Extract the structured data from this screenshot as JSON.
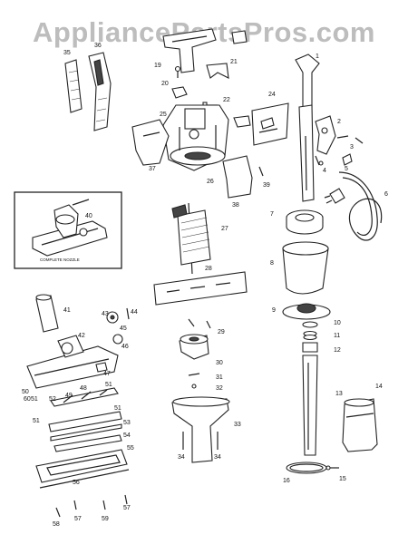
{
  "watermark": "AppliancePartsPros.com",
  "inset_caption": "COMPLETE NOZZLE",
  "labels": {
    "l1": "1",
    "l2": "2",
    "l3": "3",
    "l4": "4",
    "l5": "5",
    "l6": "6",
    "l7": "7",
    "l8": "8",
    "l9": "9",
    "l10": "10",
    "l11": "11",
    "l12": "12",
    "l13": "13",
    "l14": "14",
    "l15": "15",
    "l16": "16",
    "l19": "19",
    "l20": "20",
    "l21": "21",
    "l22": "22",
    "l24": "24",
    "l25": "25",
    "l26": "26",
    "l27": "27",
    "l28": "28",
    "l29": "29",
    "l30": "30",
    "l31": "31",
    "l32": "32",
    "l33": "33",
    "l34a": "34",
    "l34b": "34",
    "l35": "35",
    "l36": "36",
    "l37": "37",
    "l38": "38",
    "l39": "39",
    "l40": "40",
    "l41": "41",
    "l42": "42",
    "l43": "43",
    "l44": "44",
    "l45": "45",
    "l46": "46",
    "l47": "47",
    "l48": "48",
    "l49": "49",
    "l50": "50",
    "l51a": "51",
    "l51b": "51",
    "l51c": "51",
    "l51d": "51",
    "l52": "52",
    "l53": "53",
    "l54": "54",
    "l55": "55",
    "l56": "56",
    "l57a": "57",
    "l57b": "57",
    "l58": "58",
    "l59": "59",
    "l60": "60"
  }
}
